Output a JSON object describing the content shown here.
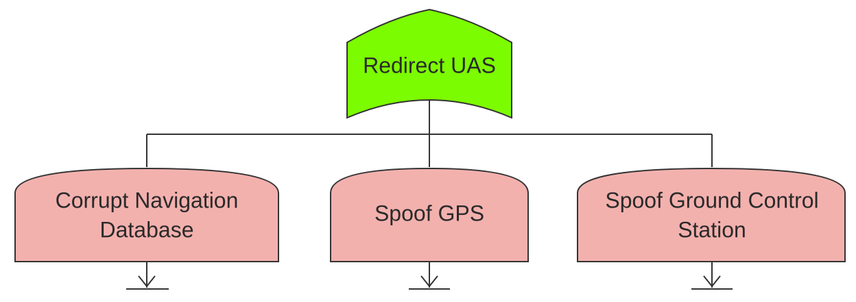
{
  "colors": {
    "root_fill": "#7cfc00",
    "child_fill": "#f3b1ae",
    "line": "#333333",
    "text": "#2a2a2a"
  },
  "diagram": {
    "root": {
      "label": "Redirect UAS"
    },
    "children": [
      {
        "label_lines": [
          "Corrupt Navigation",
          "Database"
        ]
      },
      {
        "label_lines": [
          "Spoof GPS"
        ]
      },
      {
        "label_lines": [
          "Spoof Ground Control",
          "Station"
        ]
      }
    ]
  }
}
